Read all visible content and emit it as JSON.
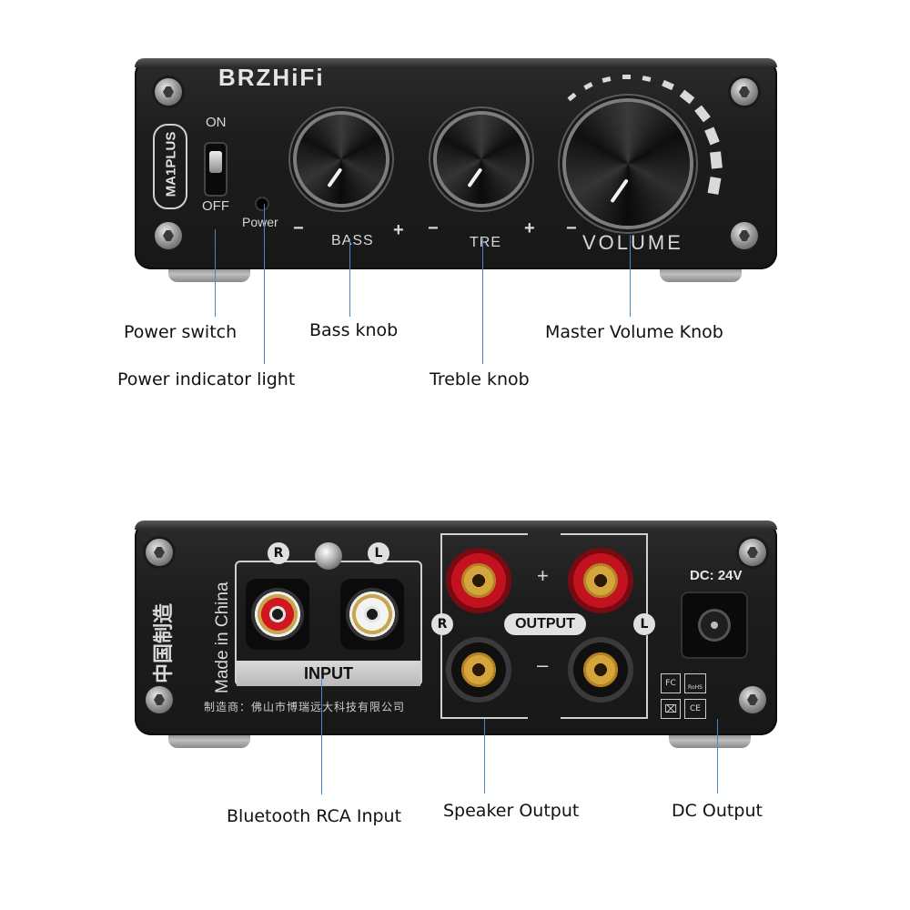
{
  "front_panel": {
    "brand": "BRZHiFi",
    "model": "MA1PLUS",
    "switch_on": "ON",
    "switch_off": "OFF",
    "power_label": "Power",
    "bass_label": "BASS",
    "treble_label": "TRE",
    "volume_label": "VOLUME",
    "minus": "−",
    "plus": "+"
  },
  "rear_panel": {
    "input_r": "R",
    "input_l": "L",
    "input_label": "INPUT",
    "made_in_cn": "中国制造",
    "made_in_en": "Made in China",
    "output_label": "OUTPUT",
    "output_r": "R",
    "output_l": "L",
    "plus": "+",
    "minus": "–",
    "dc_label": "DC: 24V",
    "manufacturer": "制造商：佛山市博瑞远大科技有限公司",
    "cert_marks": [
      "FC",
      "RoHS",
      "CE"
    ]
  },
  "callouts": {
    "power_switch": "Power switch",
    "power_indicator": "Power indicator light",
    "bass_knob": "Bass knob",
    "treble_knob": "Treble knob",
    "master_volume": "Master Volume Knob",
    "bluetooth_rca": "Bluetooth RCA Input",
    "speaker_output": "Speaker Output",
    "dc_output": "DC Output"
  },
  "colors": {
    "callout_line": "#4a86c8",
    "panel": "#1c1c1c",
    "red_terminal": "#c2121f"
  }
}
